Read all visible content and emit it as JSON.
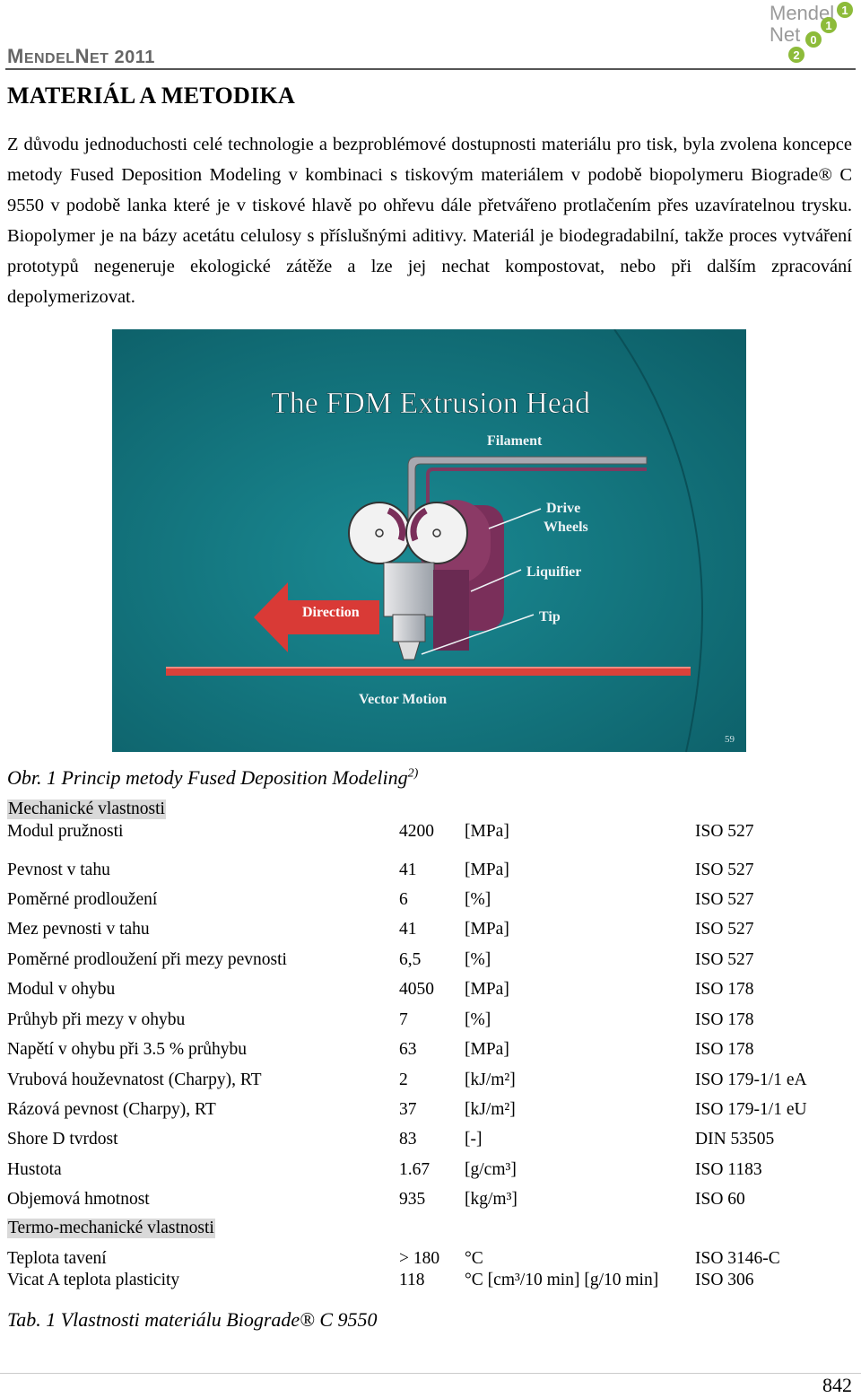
{
  "header": {
    "brand_big_m": "M",
    "brand_m_rest": "ENDEL",
    "brand_big_n": "N",
    "brand_n_rest": "ET",
    "brand_year": "2011"
  },
  "logo": {
    "line1": "Mendel",
    "line2": "Net",
    "digits": [
      "1",
      "0",
      "1",
      "2"
    ],
    "colors": {
      "green": "#8dbb3a",
      "gray": "#9a9a9a"
    }
  },
  "section_title": "MATERIÁL A METODIKA",
  "paragraph": "Z důvodu jednoduchosti celé technologie a bezproblémové dostupnosti materiálu pro tisk, byla zvolena koncepce metody Fused Deposition Modeling v kombinaci s tiskovým materiálem v podobě biopolymeru Biograde® C 9550 v podobě lanka které je v tiskové hlavě po ohřevu dále přetvářeno protlačením přes uzavíratelnou trysku. Biopolymer je na bázy acetátu celulosy s příslušnými aditivy. Materiál je biodegradabilní, takže proces vytváření prototypů negeneruje ekologické zátěže a lze jej nechat kompostovat, nebo při dalším zpracování depolymerizovat.",
  "figure": {
    "title": "The FDM Extrusion Head",
    "labels": {
      "filament": "Filament",
      "drive1": "Drive",
      "drive2": "Wheels",
      "liquifier": "Liquifier",
      "tip": "Tip",
      "direction": "Direction",
      "vector_motion": "Vector Motion",
      "slide_no": "59"
    },
    "colors": {
      "background": "#14777f",
      "arrow": "#d93a36",
      "bed": "#d9413a",
      "wheel_body": "#8b3a66"
    }
  },
  "caption": {
    "text": "Obr. 1 Princip metody Fused Deposition Modeling",
    "sup": "2)"
  },
  "table": {
    "group1": "Mechanické vlastnosti",
    "group2": "Termo-mechanické vlastnosti",
    "rows_group1": [
      {
        "name": "Modul pružnosti",
        "value": "4200",
        "unit": "[MPa]",
        "standard": "ISO  527"
      },
      {
        "name": "Pevnost v tahu",
        "value": "41",
        "unit": "[MPa]",
        "standard": "ISO  527"
      },
      {
        "name": "Poměrné prodloužení",
        "value": "6",
        "unit": "[%]",
        "standard": "ISO  527"
      },
      {
        "name": "Mez pevnosti v tahu",
        "value": "41",
        "unit": "[MPa]",
        "standard": "ISO  527"
      },
      {
        "name": "Poměrné prodloužení při mezy pevnosti",
        "value": "6,5",
        "unit": "[%]",
        "standard": "ISO  527"
      },
      {
        "name": "Modul v ohybu",
        "value": "4050",
        "unit": "[MPa]",
        "standard": "ISO  178"
      },
      {
        "name": "Průhyb při mezy v ohybu",
        "value": "7",
        "unit": "[%]",
        "standard": "ISO  178"
      },
      {
        "name": "Napětí v ohybu  při 3.5 %  průhybu",
        "value": "63",
        "unit": "[MPa]",
        "standard": "ISO  178"
      },
      {
        "name": "Vrubová houževnatost  (Charpy),  RT",
        "value": "2",
        "unit": "[kJ/m²]",
        "standard": "ISO  179-1/1  eA"
      },
      {
        "name": "Rázová pevnost  (Charpy),  RT",
        "value": "37",
        "unit": "[kJ/m²]",
        "standard": "ISO  179-1/1  eU"
      },
      {
        "name": "Shore  D  tvrdost",
        "value": "83",
        "unit": "[-]",
        "standard": "DIN  53505"
      },
      {
        "name": "Hustota",
        "value": "1.67",
        "unit": "[g/cm³]",
        "standard": "ISO  1183"
      },
      {
        "name": "Objemová hmotnost",
        "value": "935",
        "unit": "[kg/m³]",
        "standard": "ISO  60"
      }
    ],
    "rows_group2": [
      {
        "name": "Teplota tavení",
        "value": "> 180",
        "unit": "°C",
        "standard": "ISO  3146-C"
      },
      {
        "name": "Vicat  A  teplota plasticity",
        "value": "118",
        "unit": "°C  [cm³/10  min]  [g/10  min]",
        "standard": "ISO  306"
      }
    ]
  },
  "table_caption": "Tab. 1 Vlastnosti materiálu Biograde® C 9550",
  "page_number": "842"
}
